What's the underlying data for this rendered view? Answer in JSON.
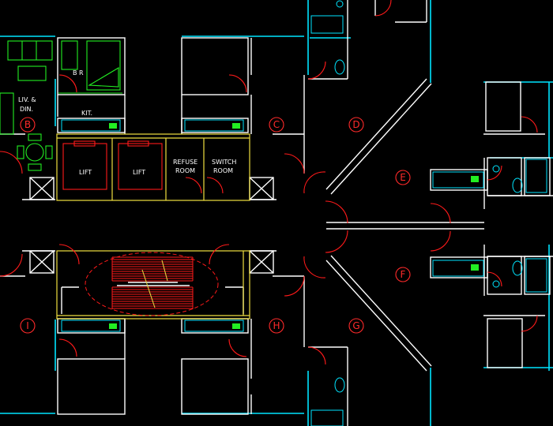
{
  "labels": {
    "bedroom": "B R",
    "living_line1": "LIV. &",
    "living_line2": "DIN.",
    "kitchen": "KIT.",
    "lift1": "LIFT",
    "lift2": "LIFT",
    "refuse_line1": "REFUSE",
    "refuse_line2": "ROOM",
    "switch_line1": "SWITCH",
    "switch_line2": "ROOM"
  },
  "units": [
    "B",
    "C",
    "D",
    "E",
    "F",
    "G",
    "H",
    "I"
  ],
  "colors": {
    "background": "#000000",
    "wall": "#ffffff",
    "window": "#00e5ff",
    "door_swing": "#ff1a1a",
    "core_outline": "#f0e040",
    "furniture": "#22ee22",
    "unit_tag": "#ff2a2a"
  }
}
